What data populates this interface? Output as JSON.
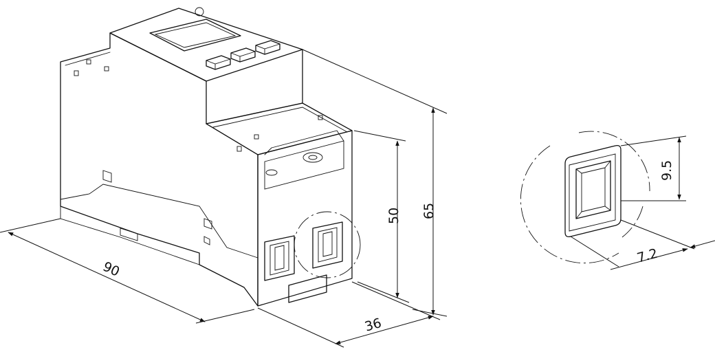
{
  "dimensions": {
    "width": "90",
    "depth": "36",
    "height_total": "65",
    "height_front": "50",
    "slot_height": "9.5",
    "slot_width": "7.2"
  }
}
